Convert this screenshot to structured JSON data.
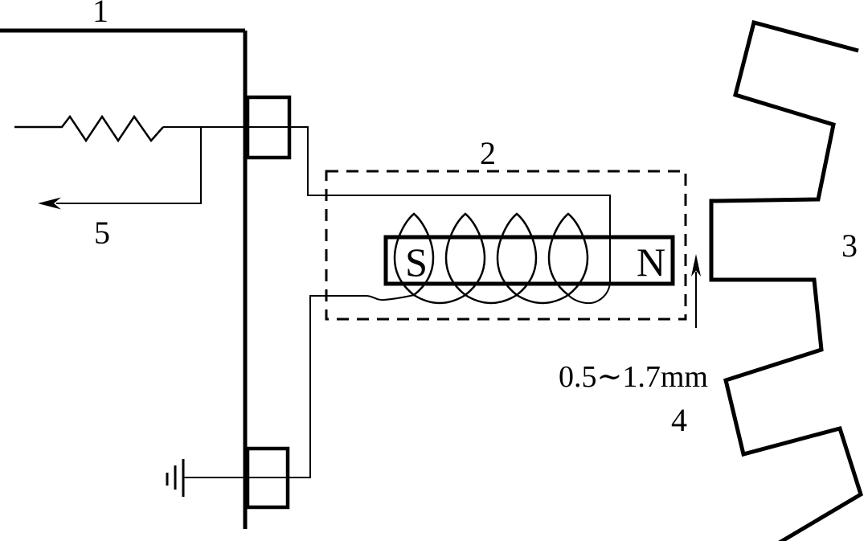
{
  "diagram": {
    "colors": {
      "background": "#ffffff",
      "line": "#000000"
    },
    "labels": {
      "housing": "1",
      "induction_coil": "2",
      "toothed_wheel": "3",
      "air_gap": "4",
      "signal_output": "5",
      "pole_south": "S",
      "pole_north": "N",
      "gap_range": "0.5∼1.7mm"
    }
  }
}
